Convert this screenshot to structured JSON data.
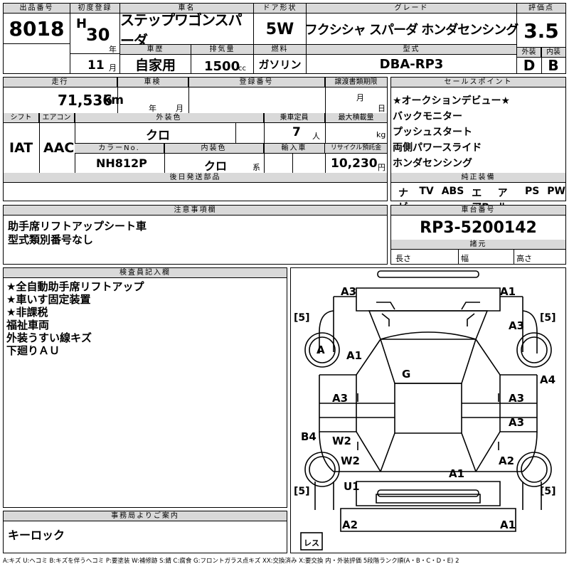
{
  "top": {
    "lot_label": "出品番号",
    "lot": "8018",
    "reg_label": "初度登録",
    "era": "H",
    "year": "30",
    "year_unit": "年",
    "month": "11",
    "month_unit": "月",
    "name_label": "車名",
    "name": "ステップワゴンスパーダ",
    "door_label": "ドア形状",
    "door": "5W",
    "grade_label": "グレード",
    "grade": "フクシシャ スパーダ ホンダセンシング",
    "score_label": "評価点",
    "score": "3.5",
    "history_label": "車歴",
    "history": "自家用",
    "disp_label": "排気量",
    "disp": "1500",
    "disp_unit": "cc",
    "fuel_label": "燃料",
    "fuel": "ガソリン",
    "model_label": "型式",
    "model": "DBA-RP3",
    "ext_label": "外装",
    "ext": "D",
    "int_label": "内装",
    "int": "B"
  },
  "mid": {
    "mileage_label": "走行",
    "mileage": "71,536",
    "mileage_unit": "km",
    "inspection_label": "車検",
    "insp_year": "年",
    "insp_month": "月",
    "regno_label": "登録番号",
    "deadline_label": "譲渡書類期限",
    "dl_month": "月",
    "dl_day": "日",
    "shift_label": "シフト",
    "shift": "IAT",
    "ac_label": "エアコン",
    "ac": "AAC",
    "color_label": "外装色",
    "color": "クロ",
    "capacity_label": "乗車定員",
    "capacity": "7",
    "capacity_unit": "人",
    "load_label": "最大積載量",
    "load_unit": "kg",
    "colorno_label": "カラーNo.",
    "colorno": "NH812P",
    "intcolor_label": "内装色",
    "intcolor": "クロ",
    "intcolor_unit": "系",
    "import_label": "輸入車",
    "recycle_label": "リサイクル預託金",
    "recycle": "10,230",
    "recycle_unit": "円",
    "later_label": "後日発送部品"
  },
  "sales": {
    "label": "セールスポイント",
    "items": [
      "★オークションデビュー★",
      "バックモニター",
      "プッシュスタート",
      "両側パワースライド",
      "ホンダセンシング"
    ]
  },
  "equip": {
    "label": "純正装備",
    "items": [
      "ナビ",
      "TV",
      "ABS",
      "エアB",
      "アルミ",
      "PS",
      "PW"
    ]
  },
  "notes": {
    "label": "注意事項欄",
    "lines": [
      "助手席リフトアップシート車",
      "型式類別番号なし"
    ]
  },
  "chassis": {
    "label": "車台番号",
    "value": "RP3-5200142",
    "dims_label": "諸元",
    "length": "長さ",
    "width": "幅",
    "height": "高さ"
  },
  "inspector": {
    "label": "検査員記入欄",
    "lines": [
      "★全自動助手席リフトアップ",
      "★車いす固定装置",
      "★非課税",
      "福祉車両",
      "外装うすい線キズ",
      "下廻りＡＵ"
    ]
  },
  "office": {
    "label": "事務局よりご案内",
    "text": "キーロック"
  },
  "diagram": {
    "marks": [
      "A3",
      "A1",
      "A3",
      "A",
      "A1",
      "G",
      "A4",
      "A3",
      "A3",
      "A3",
      "B4",
      "W2",
      "W2",
      "A2",
      "A1",
      "U1",
      "A2",
      "A1"
    ],
    "tires": [
      "5",
      "5",
      "5",
      "5"
    ],
    "les": "レス"
  },
  "legend": "A:キズ U:ヘコミ B:キズを伴うヘコミ P:要塗装 W:補修跡 S:錆 C:腐食 G:フロントガラス点キズ XX:交換済み X:要交換 内・外装評価 5段階ランク順(A・B・C・D・E) 2"
}
